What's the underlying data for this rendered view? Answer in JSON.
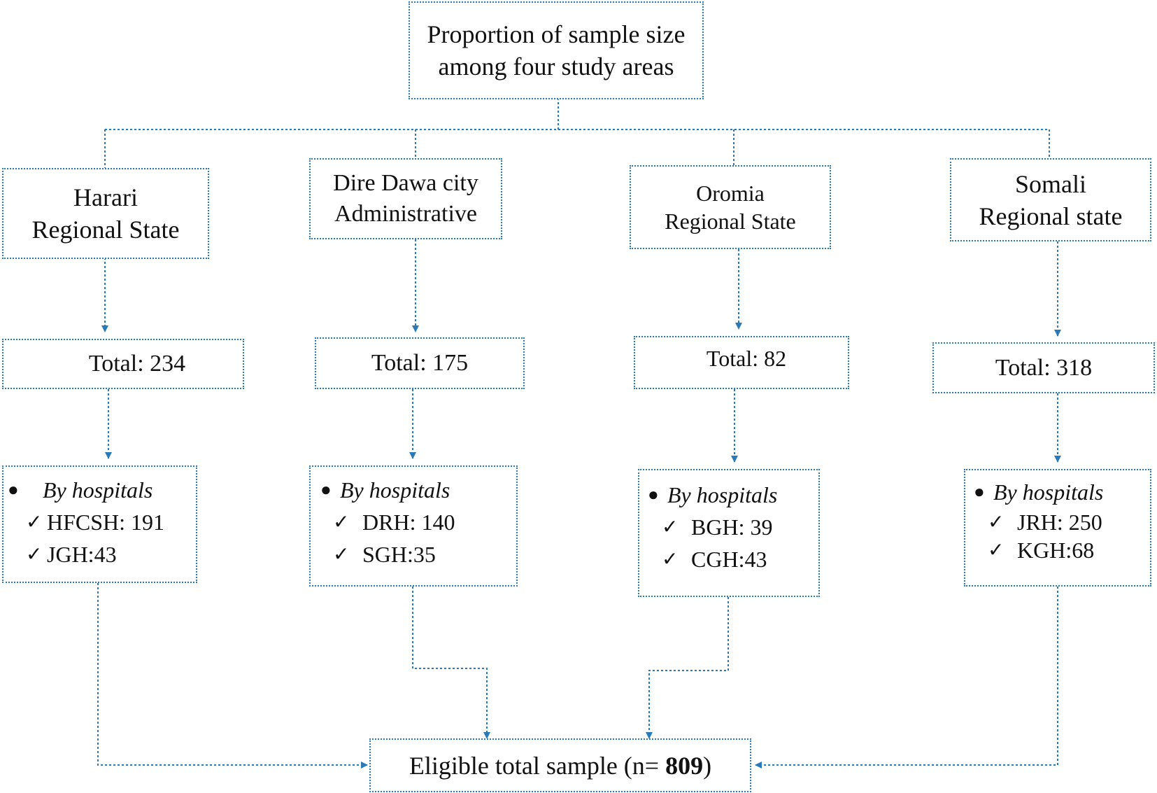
{
  "colors": {
    "line": "#2a7ab9",
    "text": "#111111"
  },
  "root": {
    "line1": "Proportion of sample size",
    "line2": "among four study areas"
  },
  "regions": [
    {
      "line1": "Harari",
      "line2": "Regional State",
      "total": "Total: 234",
      "by": "By hospitals",
      "hospitals": [
        "HFCSH: 191",
        "JGH:43"
      ]
    },
    {
      "line1": "Dire Dawa city",
      "line2": "Administrative",
      "total": "Total: 175",
      "by": "By hospitals",
      "hospitals": [
        "DRH: 140",
        "SGH:35"
      ]
    },
    {
      "line1": "Oromia",
      "line2": "Regional State",
      "total": "Total: 82",
      "by": "By hospitals",
      "hospitals": [
        "BGH: 39",
        "CGH:43"
      ]
    },
    {
      "line1": "Somali",
      "line2": "Regional state",
      "total": "Total: 318",
      "by": "By hospitals",
      "hospitals": [
        "JRH: 250",
        "KGH:68"
      ]
    }
  ],
  "final": {
    "prefix": "Eligible total sample (n= ",
    "value": "809",
    "suffix": ")"
  },
  "icons": {
    "bullet": "bullet-dot-icon",
    "check": "check-mark-icon",
    "arrow": "arrowhead-icon"
  }
}
